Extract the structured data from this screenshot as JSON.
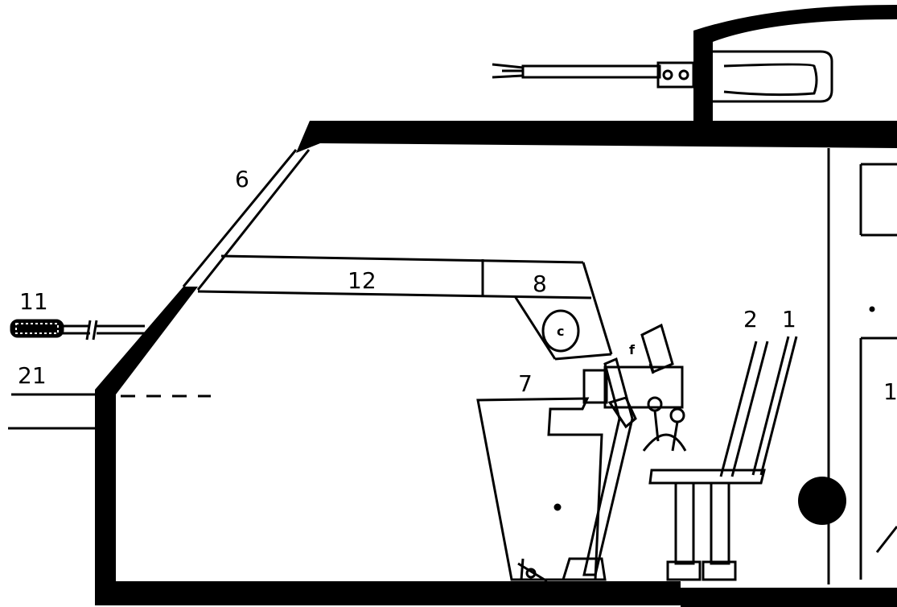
{
  "labels": {
    "six": "6",
    "twelve": "12",
    "eight": "8",
    "eleven": "11",
    "twentyone": "21",
    "seven": "7",
    "two": "2",
    "one": "1",
    "c": "c",
    "f": "f",
    "right_one": "1"
  },
  "colors": {
    "ink": "#000000",
    "paper": "#ffffff"
  }
}
